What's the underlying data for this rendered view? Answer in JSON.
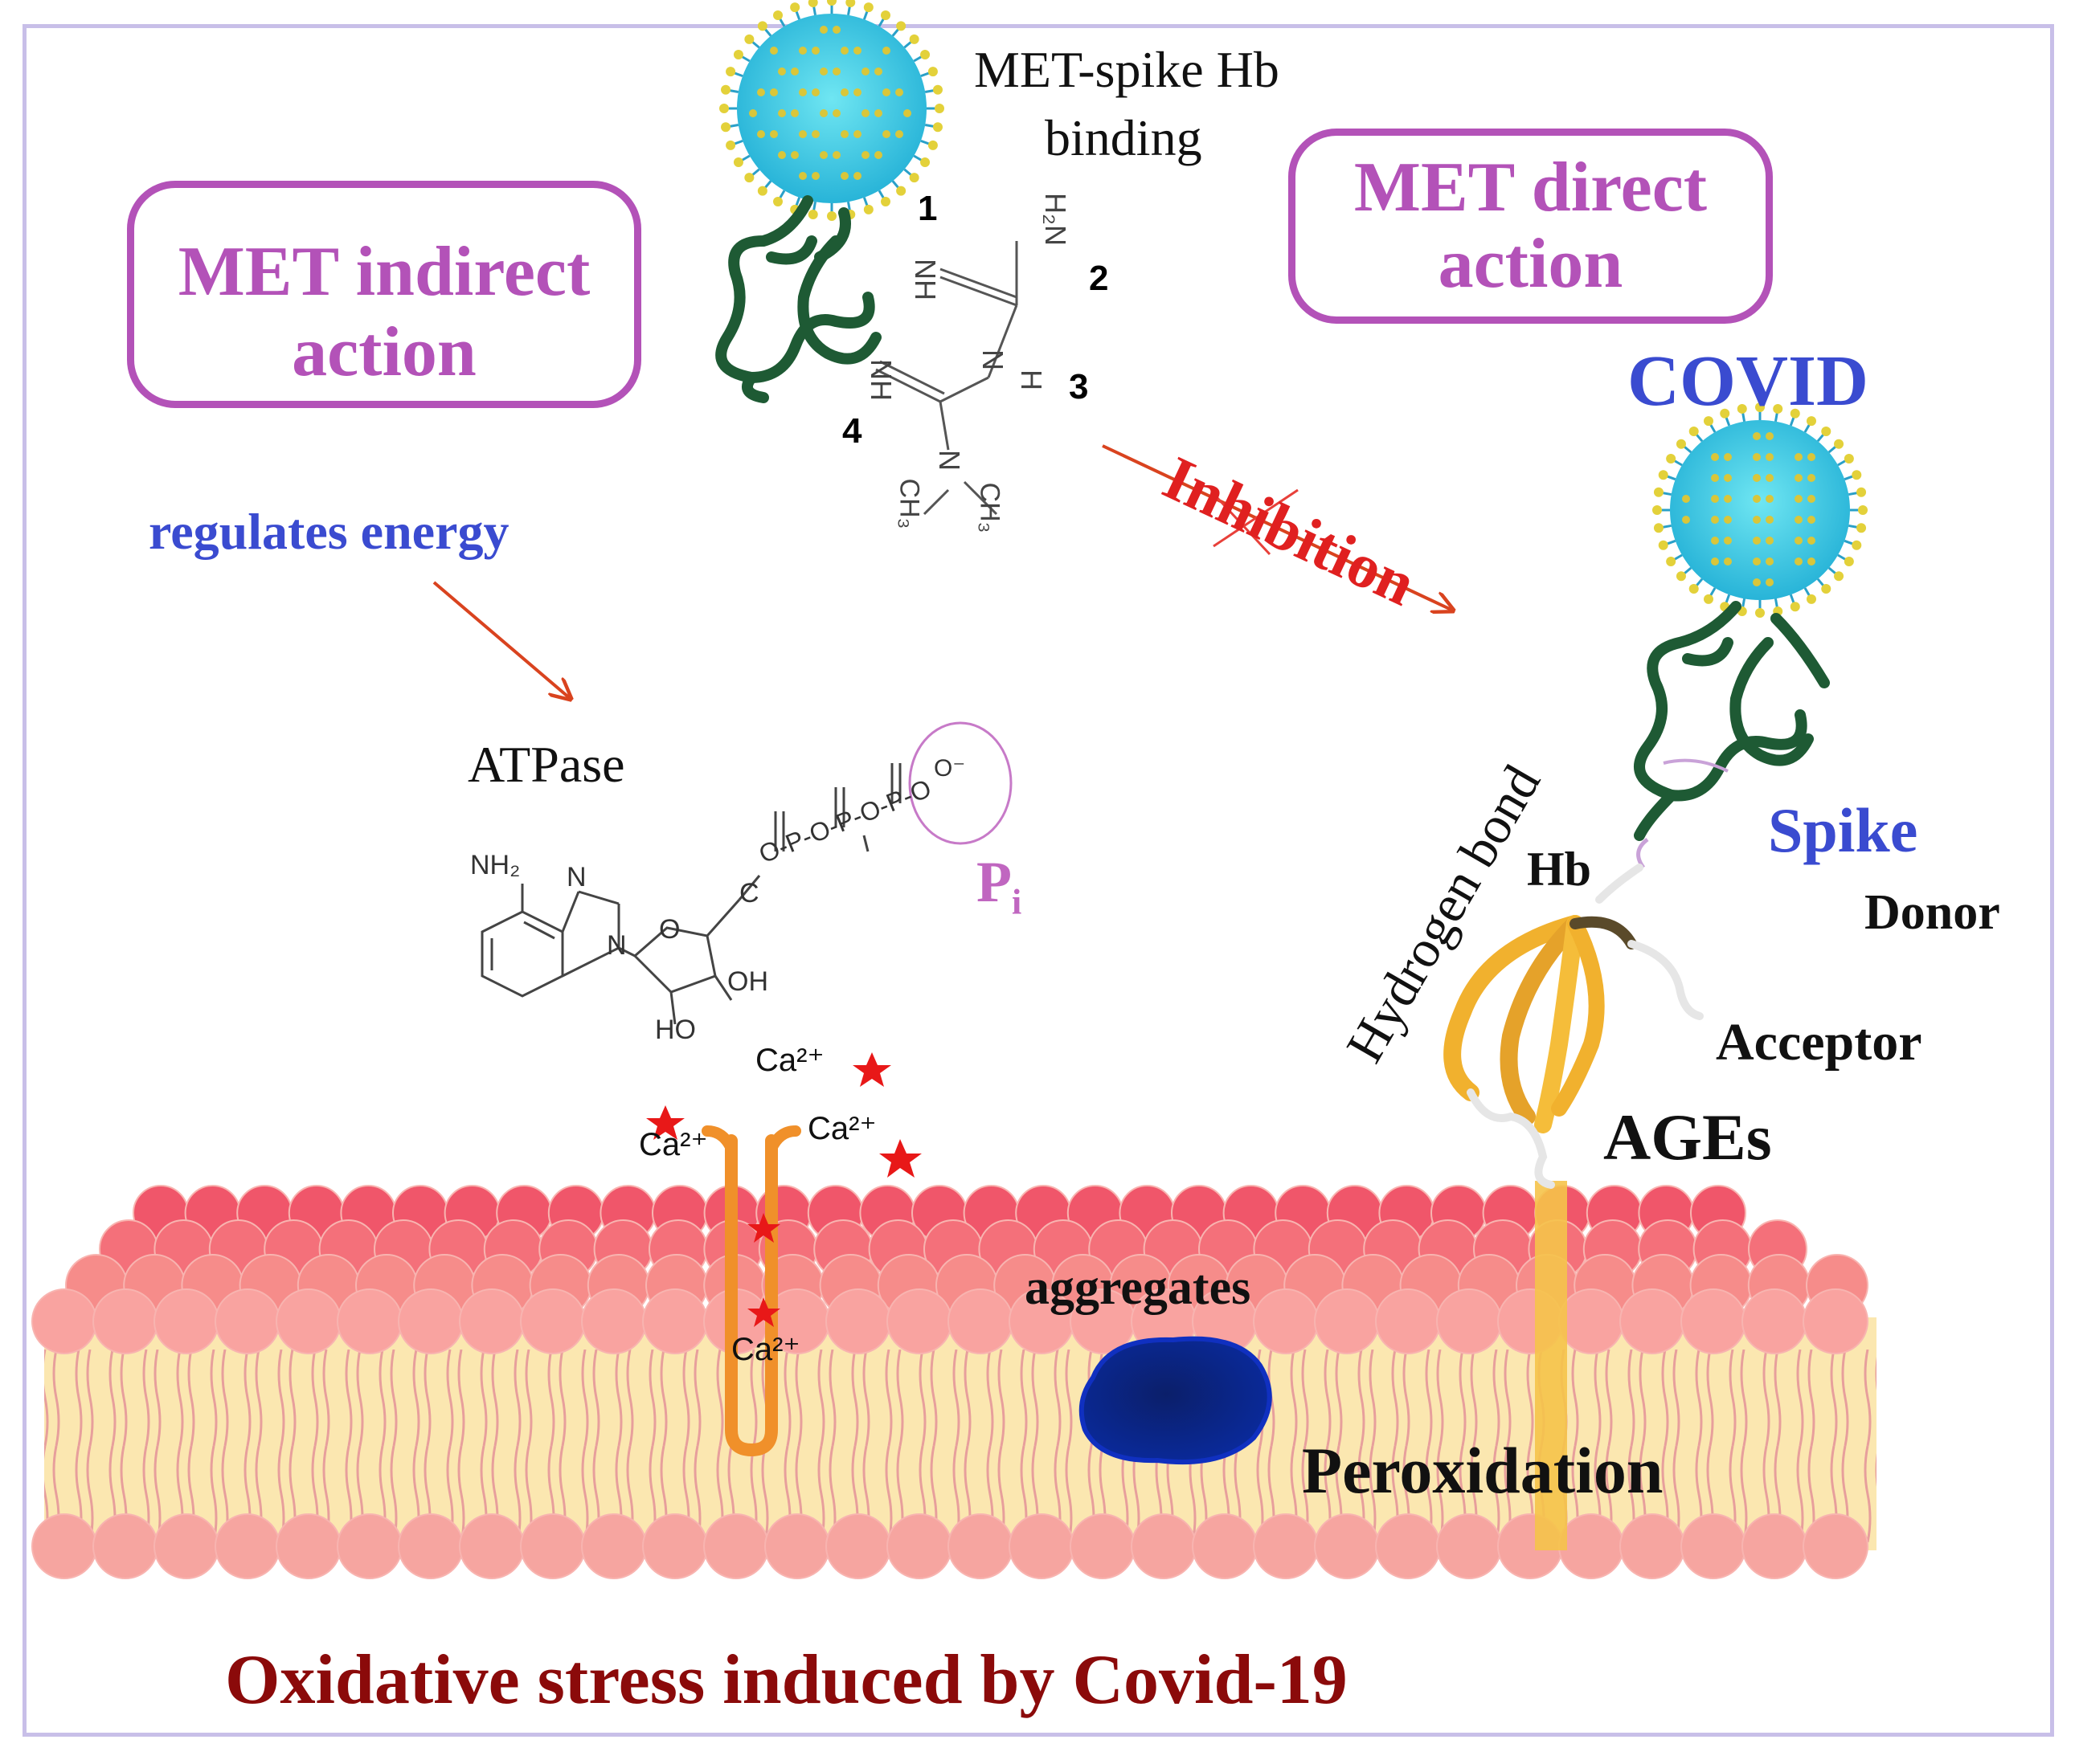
{
  "header": {
    "met_spike_line1": "MET-spike Hb",
    "met_spike_line2": "binding"
  },
  "boxes": {
    "indirect_line1": "MET indirect",
    "indirect_line2": "action",
    "direct_line1": "MET direct",
    "direct_line2": "action"
  },
  "metformin": {
    "n1": "1",
    "n2": "2",
    "n3": "3",
    "n4": "4",
    "h2n": "H₂N",
    "nh_a": "NH",
    "nh_b": "NH",
    "n_h": "N",
    "h": "H",
    "n_c": "N",
    "ch3_a": "CH₃",
    "ch3_b": "CH₃"
  },
  "labels": {
    "inhibition": "Inhibition",
    "covid": "COVID",
    "regulates_energy": "regulates energy",
    "atpase": "ATPase",
    "pi": "P",
    "pi_sub": "i",
    "hydrogen_bond": "Hydrogen bond",
    "spike": "Spike",
    "hb": "Hb",
    "donor": "Donor",
    "acceptor": "Acceptor",
    "ages": "AGEs",
    "aggregates": "aggregates",
    "peroxidation": "Peroxidation",
    "footer": "Oxidative stress induced by Covid-19"
  },
  "atp": {
    "nh2": "NH₂",
    "n1": "N",
    "n2": "N",
    "o_ring": "O",
    "oh": "OH",
    "ho": "HO",
    "c": "C",
    "chain": "O-P-O-P-O-P-O",
    "o_minus": "O⁻"
  },
  "calcium": {
    "ca_top": "Ca²⁺",
    "ca_left": "Ca²⁺",
    "ca_right": "Ca²⁺",
    "ca_inner": "Ca²⁺"
  },
  "colors": {
    "box": "#b352b8",
    "blue_text": "#3a4bd0",
    "red_text": "#e02020",
    "footer": "#8b0a0a",
    "membrane_head": "#f27c7c",
    "membrane_core": "#fbe7b0",
    "channel": "#f0902a",
    "protein_green": "#1e5a34",
    "protein_gold": "#f1b12e",
    "aggregate": "#0a2a9c"
  }
}
